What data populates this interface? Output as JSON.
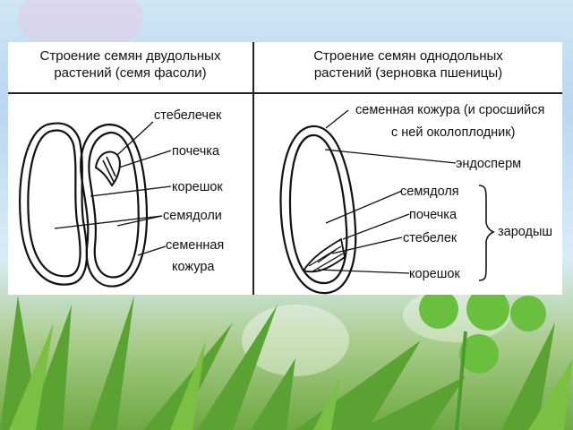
{
  "left": {
    "title": "Строение семян двудольных\nрастений (семя фасоли)",
    "labels": {
      "stebelechek": "стебелечек",
      "pochechka": "почечка",
      "koreshok": "корешок",
      "semyadoli": "семядоли",
      "kozhura1": "семенная",
      "kozhura2": "кожура"
    }
  },
  "right": {
    "title": "Строение семян однодольных\nрастений (зерновка пшеницы)",
    "labels": {
      "kozhura1": "семенная кожура (и сросшийся",
      "kozhura2": "с ней околоплодник)",
      "endosperm": "эндосперм",
      "semyadolya": "семядоля",
      "pochechka": "почечка",
      "stebelek": "стебелек",
      "koreshok": "корешок",
      "zarodysh": "зародыш"
    }
  }
}
